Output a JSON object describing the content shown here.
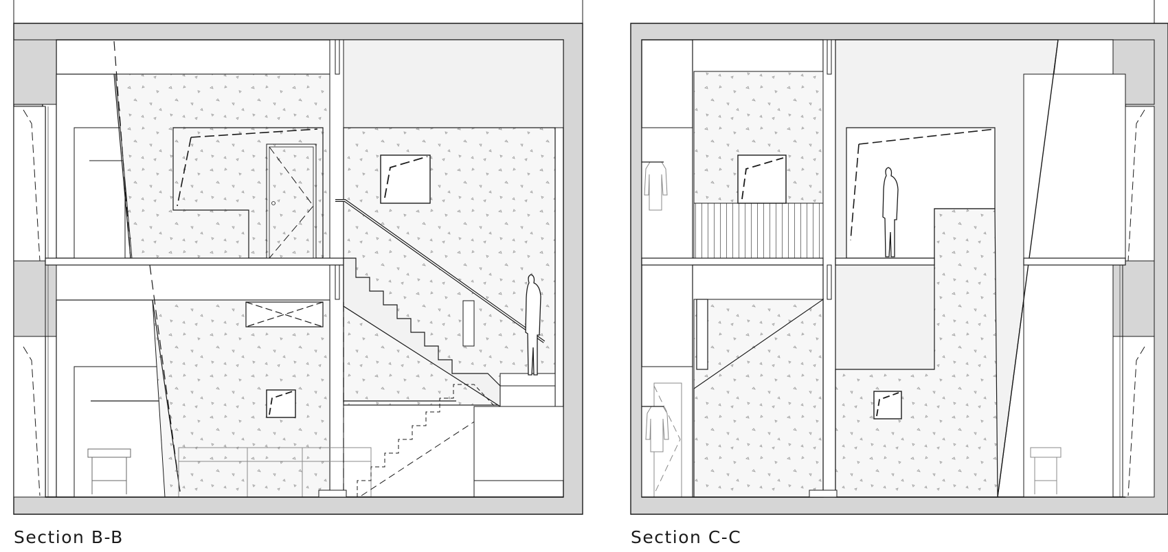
{
  "sections": [
    {
      "id": "b",
      "label": "Section B-B"
    },
    {
      "id": "c",
      "label": "Section C-C"
    }
  ],
  "colors": {
    "structure_fill": "#d6d6d6",
    "terrazzo_fill": "#f7f7f7",
    "light_fill": "#f2f2f2",
    "line": "#1a1a1a"
  }
}
